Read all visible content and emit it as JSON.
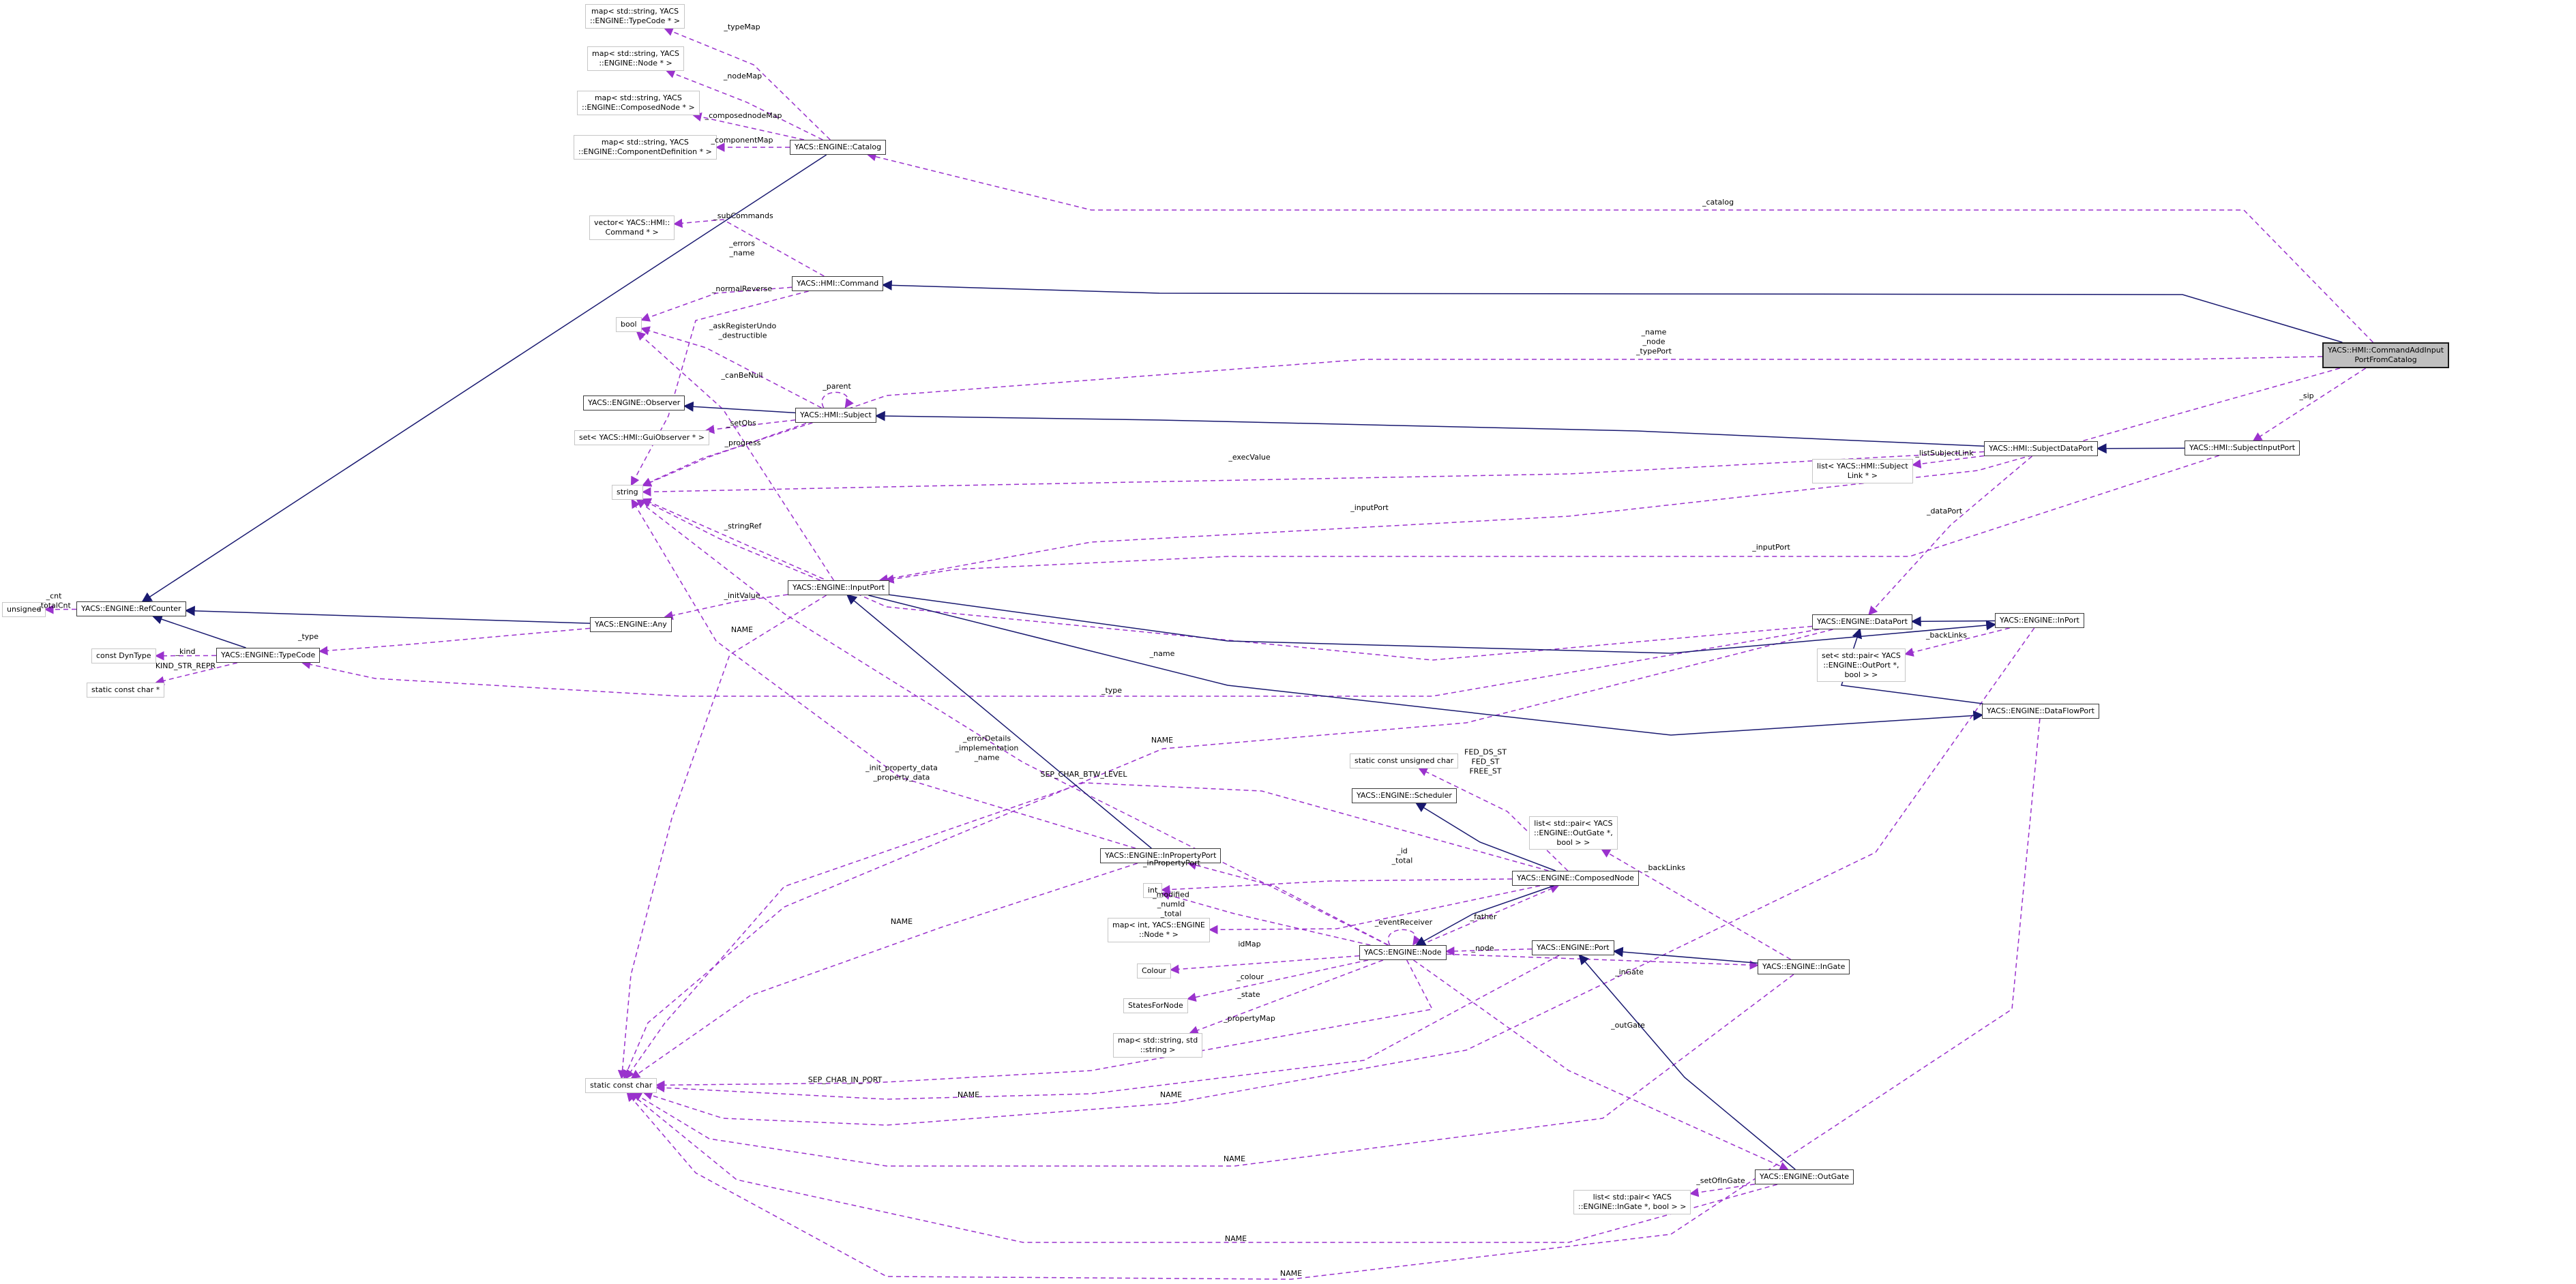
{
  "diagram": {
    "type": "collaboration-graph",
    "main_class": "YACS::HMI::CommandAddInputPortFromCatalog",
    "colors": {
      "usage_edge": "#9a32cd",
      "inheritance_edge": "#191970",
      "main_fill": "#bfbfbf",
      "class_border": "#3c3c3c",
      "template_border": "#c6c6c6",
      "background": "#ffffff"
    },
    "nodes": [
      {
        "id": "map_typecode",
        "kind": "template",
        "label": "map< std::string, YACS\n::ENGINE::TypeCode * >"
      },
      {
        "id": "map_node",
        "kind": "template",
        "label": "map< std::string, YACS\n::ENGINE::Node * >"
      },
      {
        "id": "map_composednode",
        "kind": "template",
        "label": "map< std::string, YACS\n::ENGINE::ComposedNode * >"
      },
      {
        "id": "map_componentdef",
        "kind": "template",
        "label": "map< std::string, YACS\n::ENGINE::ComponentDefinition * >"
      },
      {
        "id": "catalog",
        "kind": "class",
        "label": "YACS::ENGINE::Catalog"
      },
      {
        "id": "vector_command",
        "kind": "template",
        "label": "vector< YACS::HMI::\nCommand * >"
      },
      {
        "id": "command",
        "kind": "class",
        "label": "YACS::HMI::Command"
      },
      {
        "id": "bool",
        "kind": "template",
        "label": "bool"
      },
      {
        "id": "observer",
        "kind": "class",
        "label": "YACS::ENGINE::Observer"
      },
      {
        "id": "subject",
        "kind": "class",
        "label": "YACS::HMI::Subject"
      },
      {
        "id": "set_guiobserver",
        "kind": "template",
        "label": "set< YACS::HMI::GuiObserver * >"
      },
      {
        "id": "string",
        "kind": "template",
        "label": "string"
      },
      {
        "id": "any",
        "kind": "class",
        "label": "YACS::ENGINE::Any"
      },
      {
        "id": "unsigned",
        "kind": "template",
        "label": "unsigned"
      },
      {
        "id": "refcounter",
        "kind": "class",
        "label": "YACS::ENGINE::RefCounter"
      },
      {
        "id": "const_dyntype",
        "kind": "template",
        "label": "const DynType"
      },
      {
        "id": "typecode",
        "kind": "class",
        "label": "YACS::ENGINE::TypeCode"
      },
      {
        "id": "static_const_char_ptr",
        "kind": "template",
        "label": "static const char *"
      },
      {
        "id": "inputport",
        "kind": "class",
        "label": "YACS::ENGINE::InputPort"
      },
      {
        "id": "dataport",
        "kind": "class",
        "label": "YACS::ENGINE::DataPort"
      },
      {
        "id": "inport",
        "kind": "class",
        "label": "YACS::ENGINE::InPort"
      },
      {
        "id": "set_pair_outport",
        "kind": "template",
        "label": "set< std::pair< YACS\n::ENGINE::OutPort *,\nbool > >"
      },
      {
        "id": "dataflowport",
        "kind": "class",
        "label": "YACS::ENGINE::DataFlowPort"
      },
      {
        "id": "subjectdataport",
        "kind": "class",
        "label": "YACS::HMI::SubjectDataPort"
      },
      {
        "id": "list_subjectlink",
        "kind": "template",
        "label": "list< YACS::HMI::Subject\nLink * >"
      },
      {
        "id": "subjectinputport",
        "kind": "class",
        "label": "YACS::HMI::SubjectInputPort"
      },
      {
        "id": "cmd_add",
        "kind": "main",
        "label": "YACS::HMI::CommandAddInput\nPortFromCatalog"
      },
      {
        "id": "static_const_unsigned_char",
        "kind": "template",
        "label": "static const unsigned char"
      },
      {
        "id": "scheduler",
        "kind": "class",
        "label": "YACS::ENGINE::Scheduler"
      },
      {
        "id": "list_pair_outgate",
        "kind": "template",
        "label": "list< std::pair< YACS\n::ENGINE::OutGate *,\nbool > >"
      },
      {
        "id": "composednode",
        "kind": "class",
        "label": "YACS::ENGINE::ComposedNode"
      },
      {
        "id": "node",
        "kind": "class",
        "label": "YACS::ENGINE::Node"
      },
      {
        "id": "port",
        "kind": "class",
        "label": "YACS::ENGINE::Port"
      },
      {
        "id": "ingate",
        "kind": "class",
        "label": "YACS::ENGINE::InGate"
      },
      {
        "id": "outgate",
        "kind": "class",
        "label": "YACS::ENGINE::OutGate"
      },
      {
        "id": "list_pair_ingate",
        "kind": "template",
        "label": "list< std::pair< YACS\n::ENGINE::InGate *, bool > >"
      },
      {
        "id": "inpropertyport",
        "kind": "class",
        "label": "YACS::ENGINE::InPropertyPort"
      },
      {
        "id": "int",
        "kind": "template",
        "label": "int"
      },
      {
        "id": "map_int_node",
        "kind": "template",
        "label": "map< int, YACS::ENGINE\n::Node * >"
      },
      {
        "id": "colour",
        "kind": "template",
        "label": "Colour"
      },
      {
        "id": "statesfornode",
        "kind": "template",
        "label": "StatesForNode"
      },
      {
        "id": "map_string_string",
        "kind": "template",
        "label": "map< std::string, std\n::string >"
      },
      {
        "id": "static_const_char",
        "kind": "template",
        "label": "static const char"
      }
    ],
    "edges": [
      {
        "id": "e1",
        "from": "catalog",
        "to": "map_typecode",
        "style": "dashed",
        "label": "_typeMap"
      },
      {
        "id": "e2",
        "from": "catalog",
        "to": "map_node",
        "style": "dashed",
        "label": "_nodeMap"
      },
      {
        "id": "e3",
        "from": "catalog",
        "to": "map_composednode",
        "style": "dashed",
        "label": "_composednodeMap"
      },
      {
        "id": "e4",
        "from": "catalog",
        "to": "map_componentdef",
        "style": "dashed",
        "label": "_componentMap"
      },
      {
        "id": "e5",
        "from": "cmd_add",
        "to": "catalog",
        "style": "dashed",
        "label": "_catalog"
      },
      {
        "id": "e6",
        "from": "command",
        "to": "vector_command",
        "style": "dashed",
        "label": "_subCommands"
      },
      {
        "id": "e7",
        "from": "command",
        "to": "string",
        "style": "dashed",
        "label": "_errors\n_name"
      },
      {
        "id": "e8",
        "from": "command",
        "to": "bool",
        "style": "dashed",
        "label": "_normalReverse"
      },
      {
        "id": "e9",
        "from": "subject",
        "to": "bool",
        "style": "dashed",
        "label": "_askRegisterUndo\n_destructible"
      },
      {
        "id": "e10",
        "from": "subject",
        "to": "set_guiobserver",
        "style": "dashed",
        "label": "_setObs"
      },
      {
        "id": "e11",
        "from": "subject",
        "to": "string",
        "style": "dashed",
        "label": "_progress"
      },
      {
        "id": "e12",
        "from": "subject",
        "to": "subject",
        "style": "dashed",
        "label": "_parent"
      },
      {
        "id": "e13",
        "from": "subjectdataport",
        "to": "list_subjectlink",
        "style": "dashed",
        "label": "_listSubjectLink"
      },
      {
        "id": "e14",
        "from": "subjectdataport",
        "to": "dataport",
        "style": "dashed",
        "label": "_dataPort"
      },
      {
        "id": "e15",
        "from": "subjectdataport",
        "to": "string",
        "style": "dashed",
        "label": "_execValue"
      },
      {
        "id": "e16",
        "from": "cmd_add",
        "to": "subjectinputport",
        "style": "dashed",
        "label": "_sip"
      },
      {
        "id": "e17",
        "from": "cmd_add",
        "to": "inputport",
        "style": "dashed",
        "label": "_inputPort"
      },
      {
        "id": "e18",
        "from": "subjectinputport",
        "to": "inputport",
        "style": "dashed",
        "label": "_inputPort"
      },
      {
        "id": "e19",
        "from": "cmd_add",
        "to": "string",
        "style": "dashed",
        "label": "_name\n_node\n_typePort"
      },
      {
        "id": "e20",
        "from": "inputport",
        "to": "bool",
        "style": "dashed",
        "label": "_canBeNull"
      },
      {
        "id": "e21",
        "from": "inputport",
        "to": "string",
        "style": "dashed",
        "label": "_stringRef"
      },
      {
        "id": "e22",
        "from": "inputport",
        "to": "any",
        "style": "dashed",
        "label": "_initValue"
      },
      {
        "id": "e23",
        "from": "inputport",
        "to": "static_const_char",
        "style": "dashed",
        "label": "NAME"
      },
      {
        "id": "e24",
        "from": "any",
        "to": "typecode",
        "style": "dashed",
        "label": "_type"
      },
      {
        "id": "e25",
        "from": "typecode",
        "to": "const_dyntype",
        "style": "dashed",
        "label": "_kind"
      },
      {
        "id": "e26",
        "from": "typecode",
        "to": "static_const_char_ptr",
        "style": "dashed",
        "label": "KIND_STR_REPR"
      },
      {
        "id": "e27",
        "from": "refcounter",
        "to": "unsigned",
        "style": "dashed",
        "label": "_cnt\n_totalCnt"
      },
      {
        "id": "e28",
        "from": "dataport",
        "to": "string",
        "style": "dashed",
        "label": "_name"
      },
      {
        "id": "e29",
        "from": "dataport",
        "to": "typecode",
        "style": "dashed",
        "label": "_type"
      },
      {
        "id": "e30",
        "from": "dataport",
        "to": "static_const_char",
        "style": "dashed",
        "label": "NAME"
      },
      {
        "id": "e31",
        "from": "inport",
        "to": "set_pair_outport",
        "style": "dashed",
        "label": "_backLinks"
      },
      {
        "id": "e32",
        "from": "node",
        "to": "string",
        "style": "dashed",
        "label": "_errorDetails\n_implementation\n_name"
      },
      {
        "id": "e33",
        "from": "inpropertyport",
        "to": "string",
        "style": "dashed",
        "label": "_init_property_data\n_property_data"
      },
      {
        "id": "e34",
        "from": "composednode",
        "to": "static_const_unsigned_char",
        "style": "dashed",
        "label": "FED_DS_ST\nFED_ST\nFREE_ST"
      },
      {
        "id": "e35",
        "from": "composednode",
        "to": "int",
        "style": "dashed",
        "label": "_id\n_total"
      },
      {
        "id": "e36",
        "from": "composednode",
        "to": "map_int_node",
        "style": "dashed",
        "label": "idMap"
      },
      {
        "id": "e37",
        "from": "composednode",
        "to": "static_const_char",
        "style": "dashed",
        "label": "SEP_CHAR_BTW_LEVEL"
      },
      {
        "id": "e38",
        "from": "node",
        "to": "composednode",
        "style": "dashed",
        "label": "_father"
      },
      {
        "id": "e39",
        "from": "node",
        "to": "node",
        "style": "dashed",
        "label": "_eventReceiver"
      },
      {
        "id": "e40",
        "from": "port",
        "to": "node",
        "style": "dashed",
        "label": "_node"
      },
      {
        "id": "e41",
        "from": "node",
        "to": "int",
        "style": "dashed",
        "label": "_modified\n_numId\n_total"
      },
      {
        "id": "e42",
        "from": "node",
        "to": "inpropertyport",
        "style": "dashed",
        "label": "_inPropertyPort"
      },
      {
        "id": "e43",
        "from": "node",
        "to": "colour",
        "style": "dashed",
        "label": "_colour"
      },
      {
        "id": "e44",
        "from": "node",
        "to": "statesfornode",
        "style": "dashed",
        "label": "_state"
      },
      {
        "id": "e45",
        "from": "node",
        "to": "map_string_string",
        "style": "dashed",
        "label": "_propertyMap"
      },
      {
        "id": "e46",
        "from": "node",
        "to": "ingate",
        "style": "dashed",
        "label": "_inGate"
      },
      {
        "id": "e47",
        "from": "node",
        "to": "outgate",
        "style": "dashed",
        "label": "_outGate"
      },
      {
        "id": "e48",
        "from": "node",
        "to": "static_const_char",
        "style": "dashed",
        "label": "SEP_CHAR_IN_PORT"
      },
      {
        "id": "e49",
        "from": "ingate",
        "to": "list_pair_outgate",
        "style": "dashed",
        "label": "_backLinks"
      },
      {
        "id": "e50",
        "from": "outgate",
        "to": "list_pair_ingate",
        "style": "dashed",
        "label": "_setOfInGate"
      },
      {
        "id": "e51",
        "from": "inpropertyport",
        "to": "static_const_char",
        "style": "dashed",
        "label": "NAME"
      },
      {
        "id": "e52",
        "from": "port",
        "to": "static_const_char",
        "style": "dashed",
        "label": "NAME"
      },
      {
        "id": "e53",
        "from": "inport",
        "to": "static_const_char",
        "style": "dashed",
        "label": "NAME"
      },
      {
        "id": "e54",
        "from": "ingate",
        "to": "static_const_char",
        "style": "dashed",
        "label": "NAME"
      },
      {
        "id": "e55",
        "from": "outgate",
        "to": "static_const_char",
        "style": "dashed",
        "label": "NAME"
      },
      {
        "id": "e56",
        "from": "dataflowport",
        "to": "static_const_char",
        "style": "dashed",
        "label": "NAME"
      },
      {
        "id": "e57",
        "from": "catalog",
        "to": "refcounter",
        "style": "solid"
      },
      {
        "id": "e58",
        "from": "typecode",
        "to": "refcounter",
        "style": "solid"
      },
      {
        "id": "e59",
        "from": "any",
        "to": "refcounter",
        "style": "solid"
      },
      {
        "id": "e60",
        "from": "cmd_add",
        "to": "command",
        "style": "solid"
      },
      {
        "id": "e61",
        "from": "subject",
        "to": "observer",
        "style": "solid"
      },
      {
        "id": "e62",
        "from": "subjectdataport",
        "to": "subject",
        "style": "solid"
      },
      {
        "id": "e63",
        "from": "subjectinputport",
        "to": "subjectdataport",
        "style": "solid"
      },
      {
        "id": "e64",
        "from": "inport",
        "to": "dataport",
        "style": "solid"
      },
      {
        "id": "e65",
        "from": "dataflowport",
        "to": "dataport",
        "style": "solid"
      },
      {
        "id": "e66",
        "from": "inputport",
        "to": "inport",
        "style": "solid"
      },
      {
        "id": "e67",
        "from": "inputport",
        "to": "dataflowport",
        "style": "solid"
      },
      {
        "id": "e68",
        "from": "inpropertyport",
        "to": "inputport",
        "style": "solid"
      },
      {
        "id": "e69",
        "from": "composednode",
        "to": "node",
        "style": "solid"
      },
      {
        "id": "e70",
        "from": "composednode",
        "to": "scheduler",
        "style": "solid"
      },
      {
        "id": "e71",
        "from": "ingate",
        "to": "port",
        "style": "solid"
      },
      {
        "id": "e72",
        "from": "outgate",
        "to": "port",
        "style": "solid"
      }
    ]
  }
}
